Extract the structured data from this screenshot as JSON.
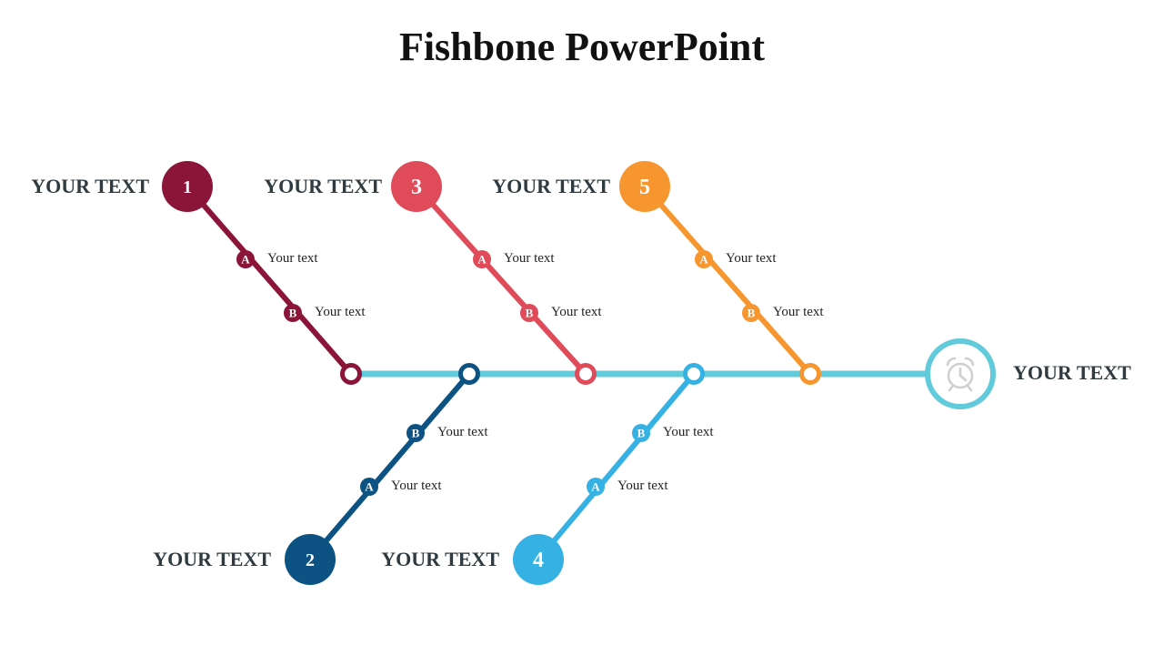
{
  "title": "Fishbone PowerPoint",
  "spine": {
    "color": "#62cbdb"
  },
  "head": {
    "label": "YOUR TEXT",
    "icon": "alarm-clock-icon",
    "color": "#62cbdb"
  },
  "branches": [
    {
      "number": "1",
      "color": "#8b1538",
      "label": "YOUR TEXT",
      "items": [
        {
          "letter": "A",
          "text": "Your text"
        },
        {
          "letter": "B",
          "text": "Your text"
        }
      ]
    },
    {
      "number": "2",
      "color": "#0c5282",
      "label": "YOUR TEXT",
      "items": [
        {
          "letter": "A",
          "text": "Your text"
        },
        {
          "letter": "B",
          "text": "Your text"
        }
      ]
    },
    {
      "number": "3",
      "color": "#e04b5a",
      "label": "YOUR TEXT",
      "items": [
        {
          "letter": "A",
          "text": "Your text"
        },
        {
          "letter": "B",
          "text": "Your text"
        }
      ]
    },
    {
      "number": "4",
      "color": "#35b1e3",
      "label": "YOUR TEXT",
      "items": [
        {
          "letter": "A",
          "text": "Your text"
        },
        {
          "letter": "B",
          "text": "Your text"
        }
      ]
    },
    {
      "number": "5",
      "color": "#f7952e",
      "label": "YOUR TEXT",
      "items": [
        {
          "letter": "A",
          "text": "Your text"
        },
        {
          "letter": "B",
          "text": "Your text"
        }
      ]
    }
  ]
}
